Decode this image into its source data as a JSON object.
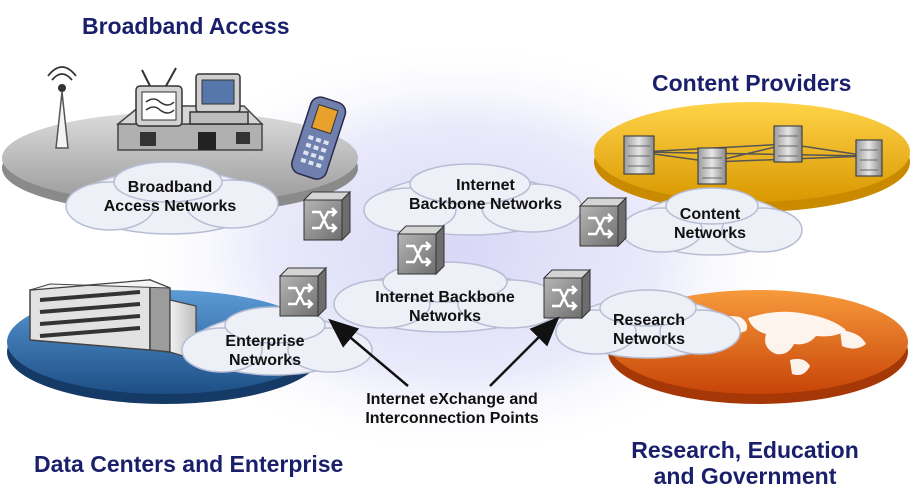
{
  "headings": {
    "broadband_access": "Broadband Access",
    "content_providers": "Content Providers",
    "data_centers": "Data Centers and Enterprise",
    "research_line1": "Research, Education",
    "research_line2": "and Government"
  },
  "clouds": {
    "broadband_line1": "Broadband",
    "broadband_line2": "Access Networks",
    "internet_backbone_top_line1": "Internet",
    "internet_backbone_top_line2": "Backbone Networks",
    "content_line1": "Content",
    "content_line2": "Networks",
    "internet_backbone_mid_line1": "Internet Backbone",
    "internet_backbone_mid_line2": "Networks",
    "enterprise_line1": "Enterprise",
    "enterprise_line2": "Networks",
    "research_line1": "Research",
    "research_line2": "Networks"
  },
  "exchange_label_line1": "Internet eXchange and",
  "exchange_label_line2": "Interconnection Points",
  "colors": {
    "heading": "#1a1f6b",
    "broadband_disc": "#c9c9c9",
    "content_disc": "#f2b800",
    "datacenter_disc": "#2f6fb0",
    "research_disc": "#e8641a",
    "cloud": "#eef0f8",
    "switch": "#8f8f8f"
  }
}
